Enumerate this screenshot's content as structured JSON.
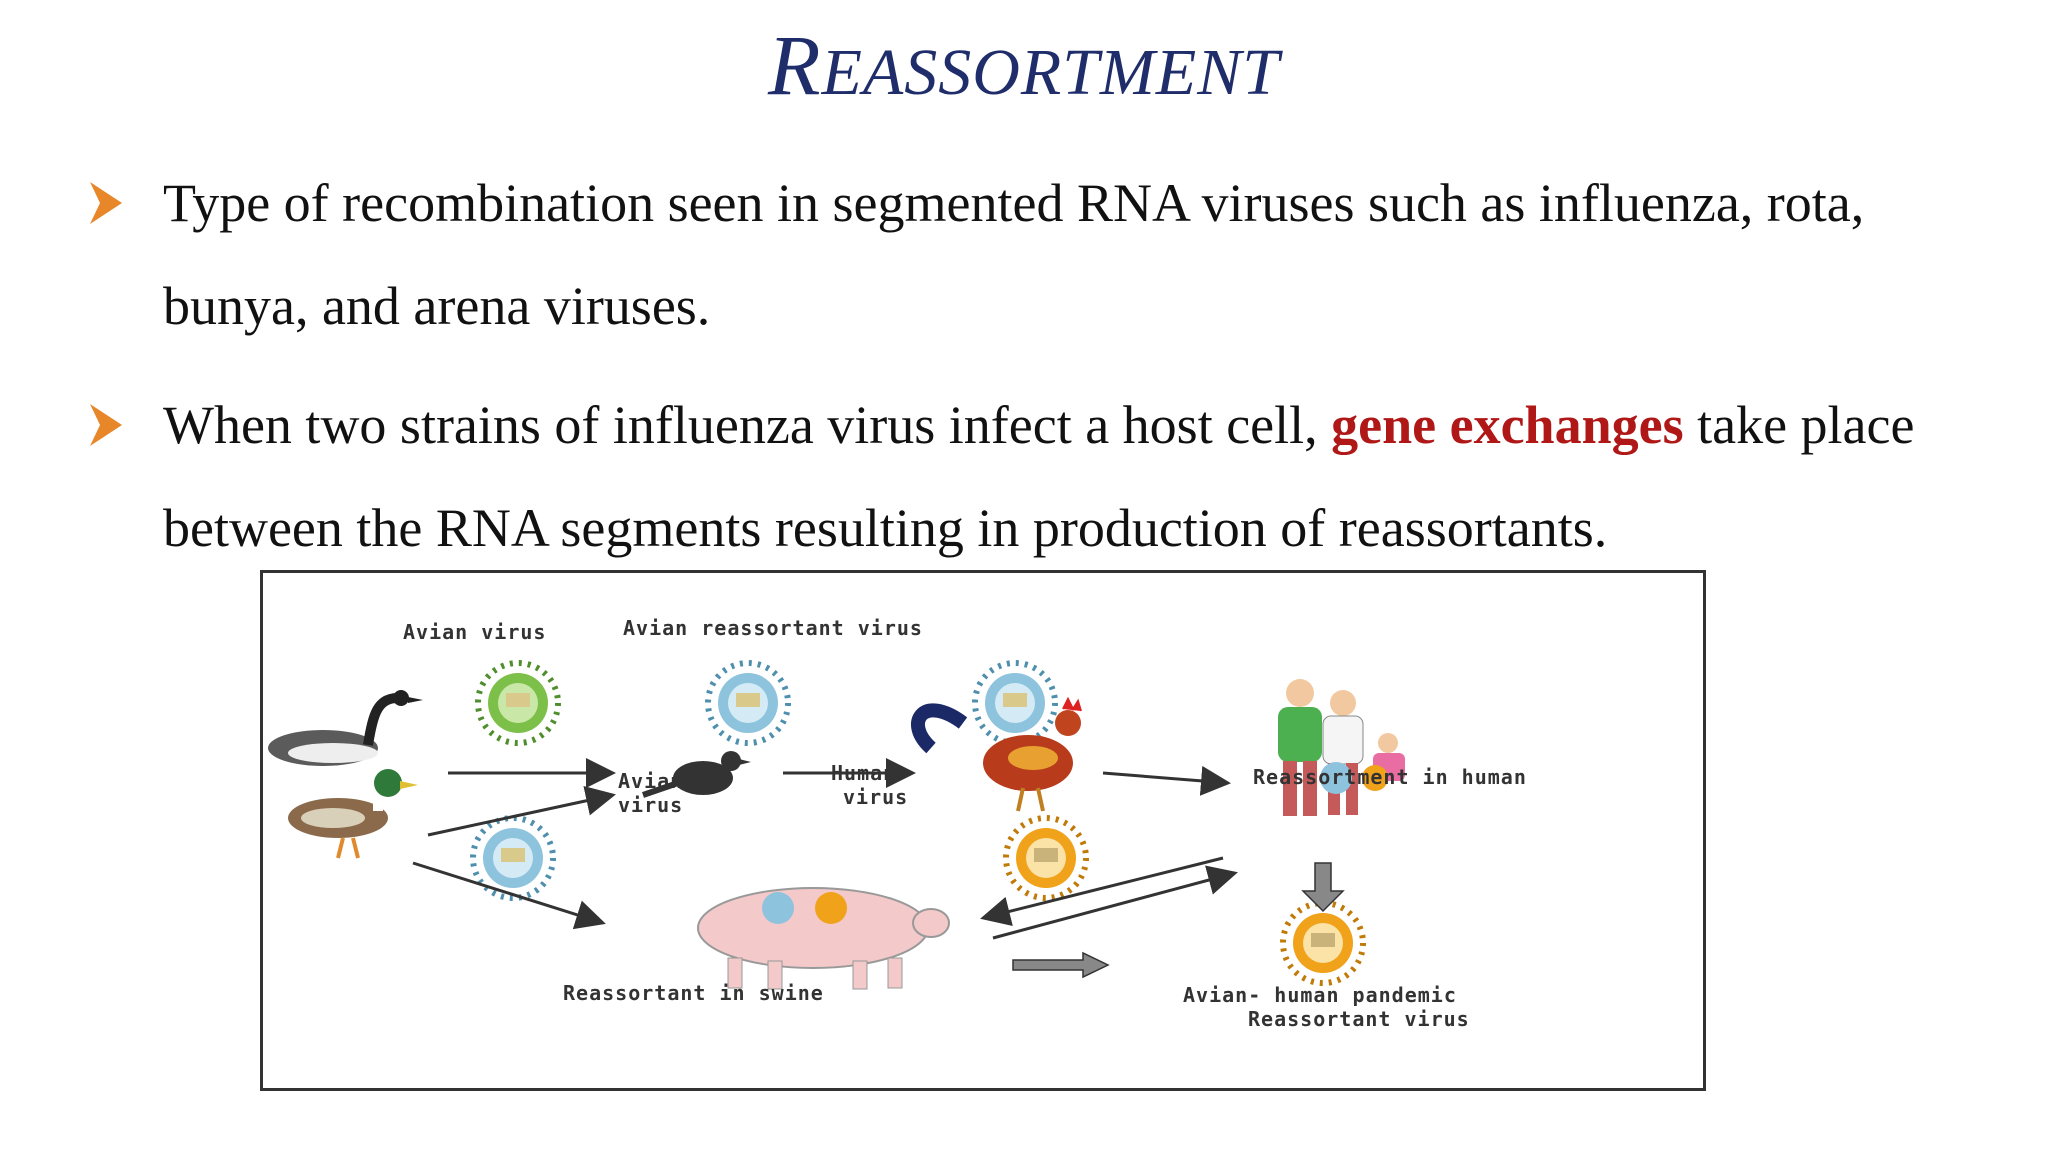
{
  "slide": {
    "title_first": "R",
    "title_rest": "eassortment"
  },
  "bullets": [
    {
      "text_before": "Type of recombination seen in segmented RNA viruses such as influenza, rota, bunya, and arena viruses.",
      "highlight": "",
      "text_after": ""
    },
    {
      "text_before": "When two strains of influenza virus infect a host cell, ",
      "highlight": "gene exchanges",
      "text_after": " take place between the RNA segments resulting in production of reassortants."
    }
  ],
  "colors": {
    "title": "#1f2d6b",
    "bullet_arrow": "#e8862a",
    "highlight": "#b01818",
    "avian_virus": "#7cc04a",
    "reassortant_virus": "#8ec3dd",
    "human_virus": "#f0a21a"
  },
  "figure": {
    "labels": {
      "avian_virus_top": "Avian virus",
      "avian_reassortant_virus": "Avian reassortant virus",
      "avian_virus_mid_1": "Avian",
      "avian_virus_mid_2": "virus",
      "human_virus_1": "Human",
      "human_virus_2": "virus",
      "reassortment_in_human": "Reassortment in human",
      "reassortant_in_swine": "Reassortant in swine",
      "pandemic_1": "Avian- human pandemic",
      "pandemic_2": "Reassortant virus"
    },
    "icons": [
      "goose-icon",
      "mallard-duck-icon",
      "quail-icon",
      "rooster-icon",
      "pig-icon",
      "human-family-icon",
      "virus-particle-icon"
    ]
  }
}
